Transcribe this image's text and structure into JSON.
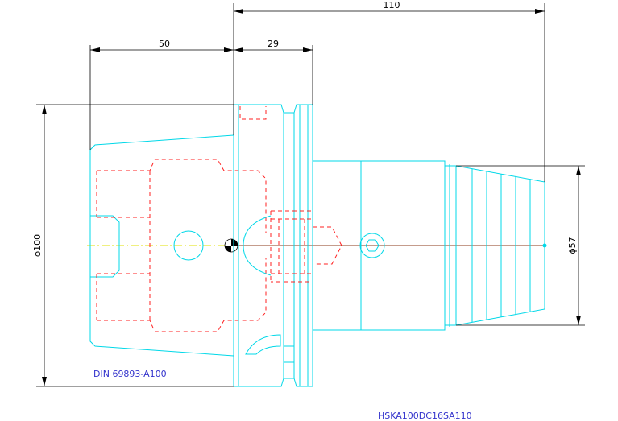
{
  "dimensions": {
    "total_length": "110",
    "taper_length": "50",
    "flange_length": "29",
    "flange_diameter": "ϕ100",
    "nose_diameter": "ϕ57"
  },
  "notes": {
    "standard": "DIN 69893-A100",
    "part_number": "HSKA100DC16SA110"
  },
  "colors": {
    "outline": "#00d8e8",
    "hidden": "#ff2020",
    "dimension": "#000000",
    "axis": "#e0e000",
    "note": "#3333cc"
  }
}
